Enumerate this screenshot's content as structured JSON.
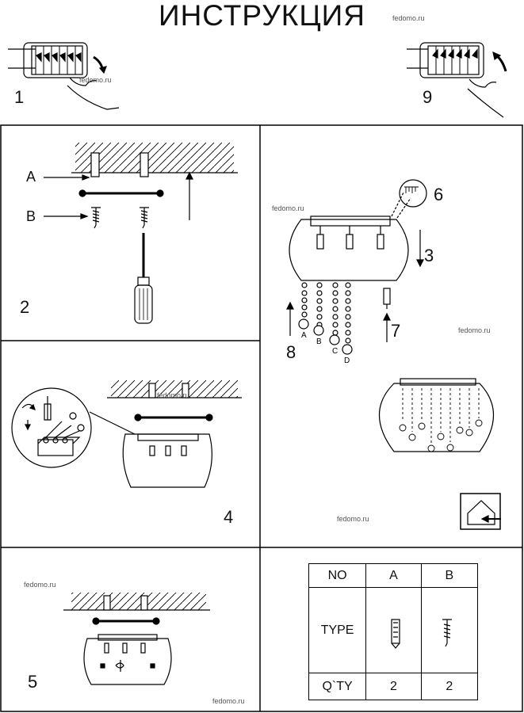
{
  "title": "ИНСТРУКЦИЯ",
  "watermark": "fedomo.ru",
  "steps": {
    "s1": "1",
    "s2": "2",
    "s3": "3",
    "s4": "4",
    "s5": "5",
    "s6": "6",
    "s7": "7",
    "s8": "8",
    "s9": "9"
  },
  "labels": {
    "a": "A",
    "b": "B"
  },
  "crystals": [
    "A",
    "B",
    "C",
    "D"
  ],
  "table": {
    "headers": [
      "NO",
      "A",
      "B"
    ],
    "type_label": "TYPE",
    "qty_label": "Q`TY",
    "qty": [
      "2",
      "2"
    ]
  }
}
